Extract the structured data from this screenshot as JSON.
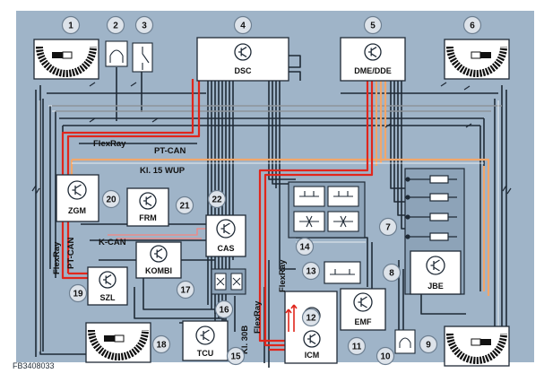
{
  "figure_id": "FB3408033",
  "modules": {
    "dsc": "DSC",
    "dme_dde": "DME/DDE",
    "zgm": "ZGM",
    "frm": "FRM",
    "cas": "CAS",
    "kombi": "KOMBI",
    "szl": "SZL",
    "jbe": "JBE",
    "emf": "EMF",
    "icm": "ICM",
    "tcu": "TCU"
  },
  "bus_labels": {
    "flexray_top": "FlexRay",
    "pt_can_top": "PT-CAN",
    "kl15_wup": "Kl. 15 WUP",
    "k_can": "K-CAN",
    "flexray_left": "FlexRay",
    "pt_can_left": "PT-CAN",
    "flexray_mid": "FlexRay",
    "flexray_bottom": "FlexRay",
    "kl30b": "Kl. 30B"
  },
  "callouts": [
    "1",
    "2",
    "3",
    "4",
    "5",
    "6",
    "7",
    "8",
    "9",
    "10",
    "11",
    "12",
    "13",
    "14",
    "15",
    "16",
    "17",
    "18",
    "19",
    "20",
    "21",
    "22"
  ],
  "colors": {
    "panel": "#9fb4c8",
    "wire": "#1f2a36",
    "wire_light": "#ffffff",
    "flexray": "#e0261c",
    "kl15": "#f2a66a",
    "module": "#ffffff",
    "callout": "#dde3ea",
    "sensor": "#111111"
  }
}
